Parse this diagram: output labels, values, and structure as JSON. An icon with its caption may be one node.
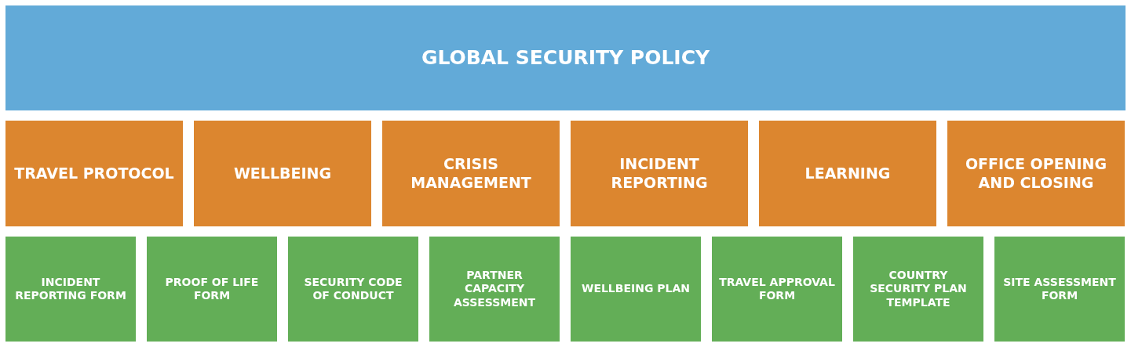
{
  "diagram": {
    "nodes": [
      {
        "text": [
          "GLOBAL SECURITY POLICY"
        ]
      },
      {
        "text": [
          "TRAVEL PROTOCOL"
        ]
      },
      {
        "text": [
          "WELLBEING"
        ]
      },
      {
        "text": [
          "CRISIS MANAGEMENT"
        ]
      },
      {
        "text": [
          "INCIDENT REPORTING"
        ]
      },
      {
        "text": [
          "LEARNING"
        ]
      },
      {
        "text": [
          "OFFICE OPENING AND CLOSING"
        ]
      },
      {
        "text": [
          "INCIDENT REPORTING FORM"
        ]
      },
      {
        "text": [
          "PROOF OF LIFE FORM"
        ]
      },
      {
        "text": [
          "SECURITY CODE OF CONDUCT"
        ]
      },
      {
        "text": [
          "PARTNER CAPACITY ASSESSMENT"
        ]
      },
      {
        "text": [
          "WELLBEING PLAN"
        ]
      },
      {
        "text": [
          "TRAVEL APPROVAL FORM"
        ]
      },
      {
        "text": [
          "COUNTRY SECURITY PLAN TEMPLATE"
        ]
      },
      {
        "text": [
          "SITE ASSESSMENT FORM"
        ]
      }
    ]
  }
}
